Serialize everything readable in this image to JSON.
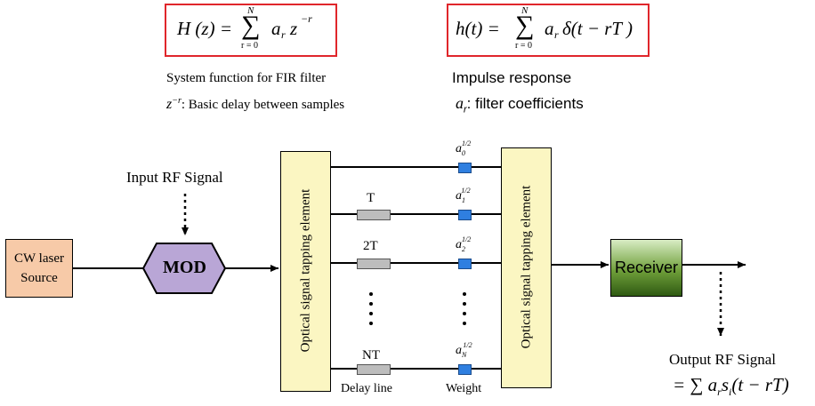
{
  "colors": {
    "equation_border": "#e0262b",
    "laser_fill": "#f7caa8",
    "mod_fill": "#b9a6d6",
    "tap_fill": "#fbf6c2",
    "receiver_fill": "#4f7f24",
    "delay_fill": "#bdbdbd",
    "weight_fill": "#2f7fe0"
  },
  "equations": {
    "system_function": {
      "lhs": "H (z) =",
      "sum_top": "N",
      "sum_bottom": "r = 0",
      "term": "a",
      "sub": "r",
      "tail": "z",
      "sup": "−r"
    },
    "impulse_response": {
      "lhs": "h(t) =",
      "sum_top": "N",
      "sum_bottom": "r = 0",
      "term": "a",
      "sub": "r",
      "tail": "δ(t − rT )"
    }
  },
  "captions": {
    "system_function": "System function for FIR filter",
    "impulse_response": "Impulse response",
    "delay_prefix": "z",
    "delay_sup": "−r",
    "delay_text": ": Basic delay between samples",
    "coeff_prefix": "a",
    "coeff_sub": "r",
    "coeff_text": ": filter coefficients"
  },
  "blocks": {
    "laser_line1": "CW laser",
    "laser_line2": "Source",
    "mod": "MOD",
    "input_signal": "Input RF Signal",
    "tap_left": "Optical signal tapping element",
    "tap_right": "Optical signal tapping element",
    "receiver": "Receiver",
    "output_signal": "Output RF Signal",
    "output_formula": "= ∑ a",
    "output_sub_r": "r",
    "output_s": "s",
    "output_sub_i": "i",
    "output_tail": "(t − rT)"
  },
  "branches": [
    {
      "delay": "",
      "weight": "a",
      "weight_sub": "0",
      "weight_sup": "1/2"
    },
    {
      "delay": "T",
      "weight": "a",
      "weight_sub": "1",
      "weight_sup": "1/2"
    },
    {
      "delay": "2T",
      "weight": "a",
      "weight_sub": "2",
      "weight_sup": "1/2"
    },
    {
      "delay": "NT",
      "weight": "a",
      "weight_sub": "N",
      "weight_sup": "1/2"
    }
  ],
  "bottom_labels": {
    "delay_line": "Delay line",
    "weight": "Weight"
  }
}
